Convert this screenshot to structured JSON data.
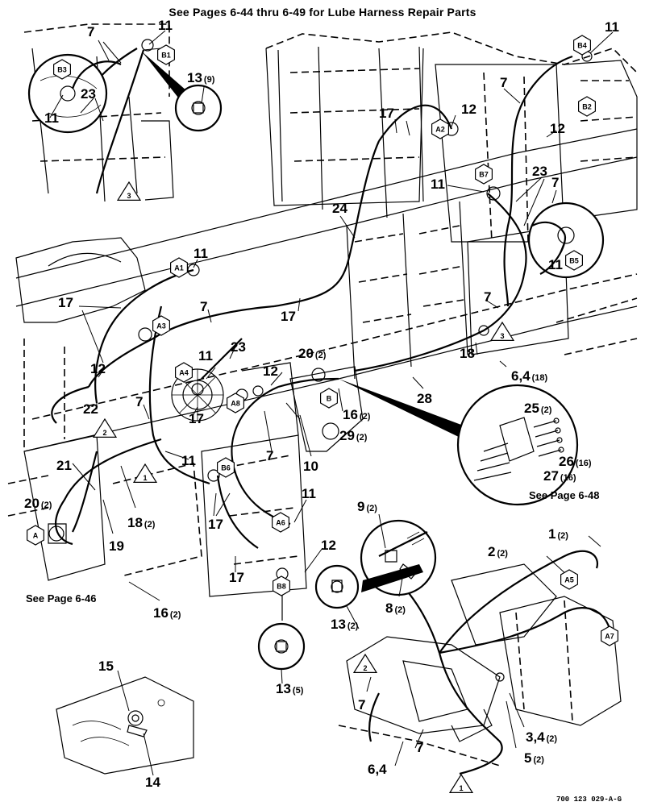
{
  "header": "See Pages 6-44 thru 6-49 for Lube Harness Repair Parts",
  "drawing_number": "700 123 029-A-G",
  "notes": [
    {
      "id": "note-page-648",
      "text": "See Page 6-48"
    },
    {
      "id": "note-page-646",
      "text": "See Page 6-46"
    }
  ],
  "callouts": [
    {
      "n": "11",
      "q": ""
    },
    {
      "n": "7",
      "q": ""
    },
    {
      "n": "13",
      "q": "(9)"
    },
    {
      "n": "23",
      "q": ""
    },
    {
      "n": "11",
      "q": ""
    },
    {
      "n": "11",
      "q": ""
    },
    {
      "n": "7",
      "q": ""
    },
    {
      "n": "17",
      "q": ""
    },
    {
      "n": "12",
      "q": ""
    },
    {
      "n": "12",
      "q": ""
    },
    {
      "n": "23",
      "q": ""
    },
    {
      "n": "7",
      "q": ""
    },
    {
      "n": "11",
      "q": ""
    },
    {
      "n": "24",
      "q": ""
    },
    {
      "n": "11",
      "q": ""
    },
    {
      "n": "11",
      "q": ""
    },
    {
      "n": "17",
      "q": ""
    },
    {
      "n": "17",
      "q": ""
    },
    {
      "n": "7",
      "q": ""
    },
    {
      "n": "7",
      "q": ""
    },
    {
      "n": "23",
      "q": ""
    },
    {
      "n": "12",
      "q": ""
    },
    {
      "n": "20",
      "q": "(2)"
    },
    {
      "n": "18",
      "q": ""
    },
    {
      "n": "6,4",
      "q": "(18)"
    },
    {
      "n": "11",
      "q": ""
    },
    {
      "n": "12",
      "q": ""
    },
    {
      "n": "22",
      "q": ""
    },
    {
      "n": "7",
      "q": ""
    },
    {
      "n": "17",
      "q": ""
    },
    {
      "n": "28",
      "q": ""
    },
    {
      "n": "16",
      "q": "(2)"
    },
    {
      "n": "29",
      "q": "(2)"
    },
    {
      "n": "7",
      "q": ""
    },
    {
      "n": "25",
      "q": "(2)"
    },
    {
      "n": "26",
      "q": "(16)"
    },
    {
      "n": "27",
      "q": "(16)"
    },
    {
      "n": "10",
      "q": ""
    },
    {
      "n": "11",
      "q": ""
    },
    {
      "n": "21",
      "q": ""
    },
    {
      "n": "20",
      "q": "(2)"
    },
    {
      "n": "18",
      "q": "(2)"
    },
    {
      "n": "19",
      "q": ""
    },
    {
      "n": "17",
      "q": ""
    },
    {
      "n": "11",
      "q": ""
    },
    {
      "n": "9",
      "q": "(2)"
    },
    {
      "n": "1",
      "q": "(2)"
    },
    {
      "n": "2",
      "q": "(2)"
    },
    {
      "n": "12",
      "q": ""
    },
    {
      "n": "17",
      "q": ""
    },
    {
      "n": "16",
      "q": "(2)"
    },
    {
      "n": "13",
      "q": "(2)"
    },
    {
      "n": "8",
      "q": "(2)"
    },
    {
      "n": "13",
      "q": "(5)"
    },
    {
      "n": "15",
      "q": ""
    },
    {
      "n": "7",
      "q": ""
    },
    {
      "n": "3,4",
      "q": "(2)"
    },
    {
      "n": "7",
      "q": ""
    },
    {
      "n": "5",
      "q": "(2)"
    },
    {
      "n": "6,4",
      "q": ""
    },
    {
      "n": "14",
      "q": ""
    }
  ],
  "hex_tags": [
    "B1",
    "B3",
    "B4",
    "B2",
    "A2",
    "B7",
    "B5",
    "A1",
    "A3",
    "A4",
    "A8",
    "B",
    "B6",
    "A6",
    "B8",
    "A",
    "A5",
    "A7"
  ],
  "triangle_tags": [
    "3",
    "3",
    "2",
    "1",
    "2",
    "1"
  ]
}
